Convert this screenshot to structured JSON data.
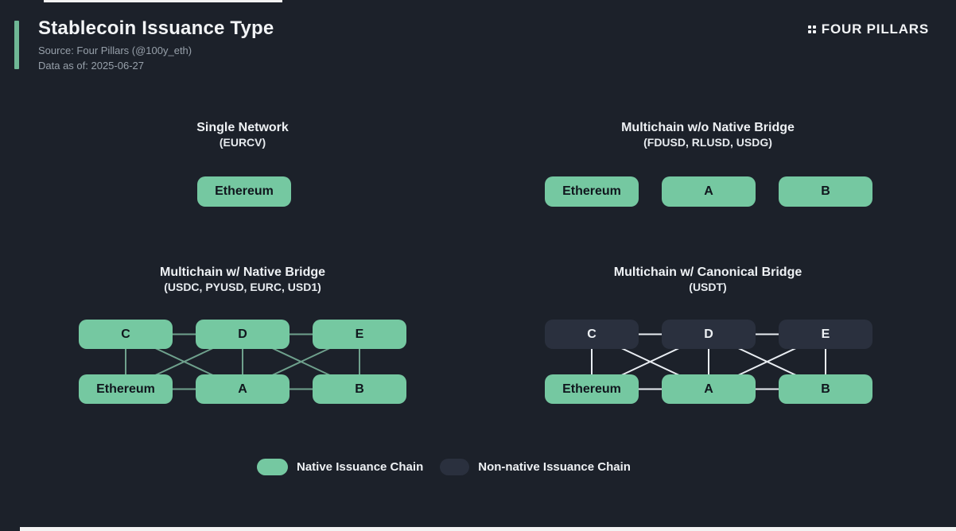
{
  "colors": {
    "background": "#1c212a",
    "native_green": "#75c8a1",
    "non_native_dark": "#2a303e",
    "accent_bar_green": "#6fb795",
    "text_light": "#eef1f4",
    "text_muted": "#97a0aa"
  },
  "header": {
    "title": "Stablecoin Issuance Type",
    "source": "Source: Four Pillars (@100y_eth)",
    "data_as_of": "Data as of: 2025-06-27",
    "brand": "FOUR PILLARS"
  },
  "sections": {
    "single": {
      "title": "Single Network",
      "subtitle": "(EURCV)",
      "nodes": [
        {
          "id": "Eth",
          "label": "Ethereum"
        }
      ]
    },
    "wo_native": {
      "title": "Multichain w/o Native Bridge",
      "subtitle": "(FDUSD, RLUSD, USDG)",
      "nodes": [
        {
          "id": "Eth",
          "label": "Ethereum"
        },
        {
          "id": "A",
          "label": "A"
        },
        {
          "id": "B",
          "label": "B"
        }
      ]
    },
    "native": {
      "title": "Multichain w/ Native Bridge",
      "subtitle": "(USDC, PYUSD, EURC, USD1)",
      "line_color": "#6fa18d",
      "top_nodes": [
        {
          "id": "C",
          "label": "C"
        },
        {
          "id": "D",
          "label": "D"
        },
        {
          "id": "E",
          "label": "E"
        }
      ],
      "bottom_nodes": [
        {
          "id": "Eth",
          "label": "Ethereum"
        },
        {
          "id": "A",
          "label": "A"
        },
        {
          "id": "B",
          "label": "B"
        }
      ],
      "edges": [
        [
          "C",
          "D"
        ],
        [
          "D",
          "E"
        ],
        [
          "Eth",
          "A"
        ],
        [
          "A",
          "B"
        ],
        [
          "C",
          "Eth"
        ],
        [
          "D",
          "A"
        ],
        [
          "E",
          "B"
        ],
        [
          "C",
          "A"
        ],
        [
          "D",
          "Eth"
        ],
        [
          "D",
          "B"
        ],
        [
          "E",
          "A"
        ]
      ]
    },
    "canonical": {
      "title": "Multichain w/ Canonical Bridge",
      "subtitle": "(USDT)",
      "line_color": "#e9edf2",
      "top_nodes": [
        {
          "id": "C",
          "label": "C"
        },
        {
          "id": "D",
          "label": "D"
        },
        {
          "id": "E",
          "label": "E"
        }
      ],
      "bottom_nodes": [
        {
          "id": "Eth",
          "label": "Ethereum"
        },
        {
          "id": "A",
          "label": "A"
        },
        {
          "id": "B",
          "label": "B"
        }
      ],
      "edges": [
        [
          "C",
          "D"
        ],
        [
          "D",
          "E"
        ],
        [
          "Eth",
          "A"
        ],
        [
          "A",
          "B"
        ],
        [
          "C",
          "Eth"
        ],
        [
          "D",
          "A"
        ],
        [
          "E",
          "B"
        ],
        [
          "C",
          "A"
        ],
        [
          "D",
          "Eth"
        ],
        [
          "D",
          "B"
        ],
        [
          "E",
          "A"
        ]
      ]
    }
  },
  "legend": {
    "native_label": "Native Issuance Chain",
    "non_native_label": "Non-native Issuance Chain"
  }
}
